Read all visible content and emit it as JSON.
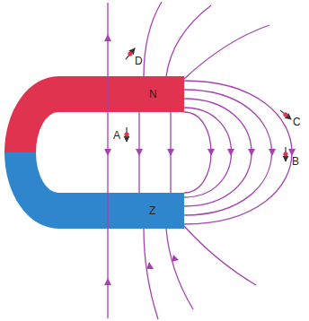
{
  "diagram": {
    "labels": [
      "N",
      "Z",
      "A",
      "B",
      "C",
      "D"
    ]
  }
}
